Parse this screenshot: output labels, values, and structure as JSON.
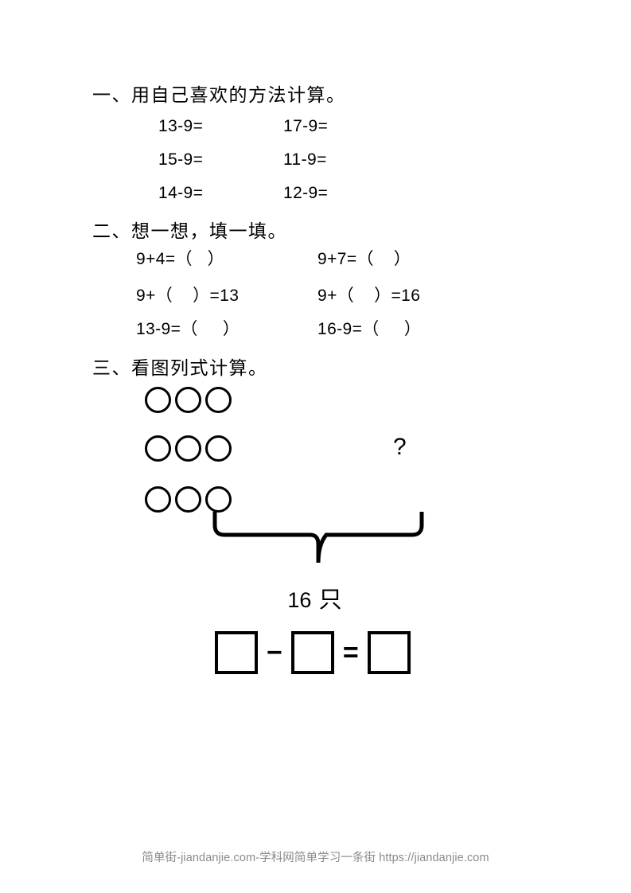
{
  "page": {
    "background_color": "#ffffff",
    "text_color": "#000000",
    "footer_color": "#8a8a8a"
  },
  "sections": [
    {
      "heading": "一、用自己喜欢的方法计算。",
      "problems": [
        {
          "left": "13-9=",
          "right": "17-9="
        },
        {
          "left": "15-9=",
          "right": "11-9="
        },
        {
          "left": "14-9=",
          "right": "12-9="
        }
      ]
    },
    {
      "heading": "二、想一想，填一填。",
      "problems": [
        {
          "left": "9+4=（   ）",
          "right": "9+7=（    ）"
        },
        {
          "left": "9+（    ）=13",
          "right": "9+（    ）=16"
        },
        {
          "left": "13-9=（     ）",
          "right": "16-9=（     ）"
        }
      ]
    },
    {
      "heading": "三、看图列式计算。",
      "diagram": {
        "circle_rows": [
          3,
          3,
          3
        ],
        "total_circles": 9,
        "unknown_marker": "?",
        "total_label_number": "16",
        "total_label_unit": "只",
        "total_label": "16 只",
        "brace_orientation": "horizontal-down"
      },
      "answer_equation": {
        "box1": "",
        "operator1": "−",
        "box2": "",
        "operator2": "=",
        "box3": ""
      }
    }
  ],
  "footer": {
    "text": "简单街-jiandanjie.com-学科网简单学习一条街 https://jiandanjie.com"
  }
}
